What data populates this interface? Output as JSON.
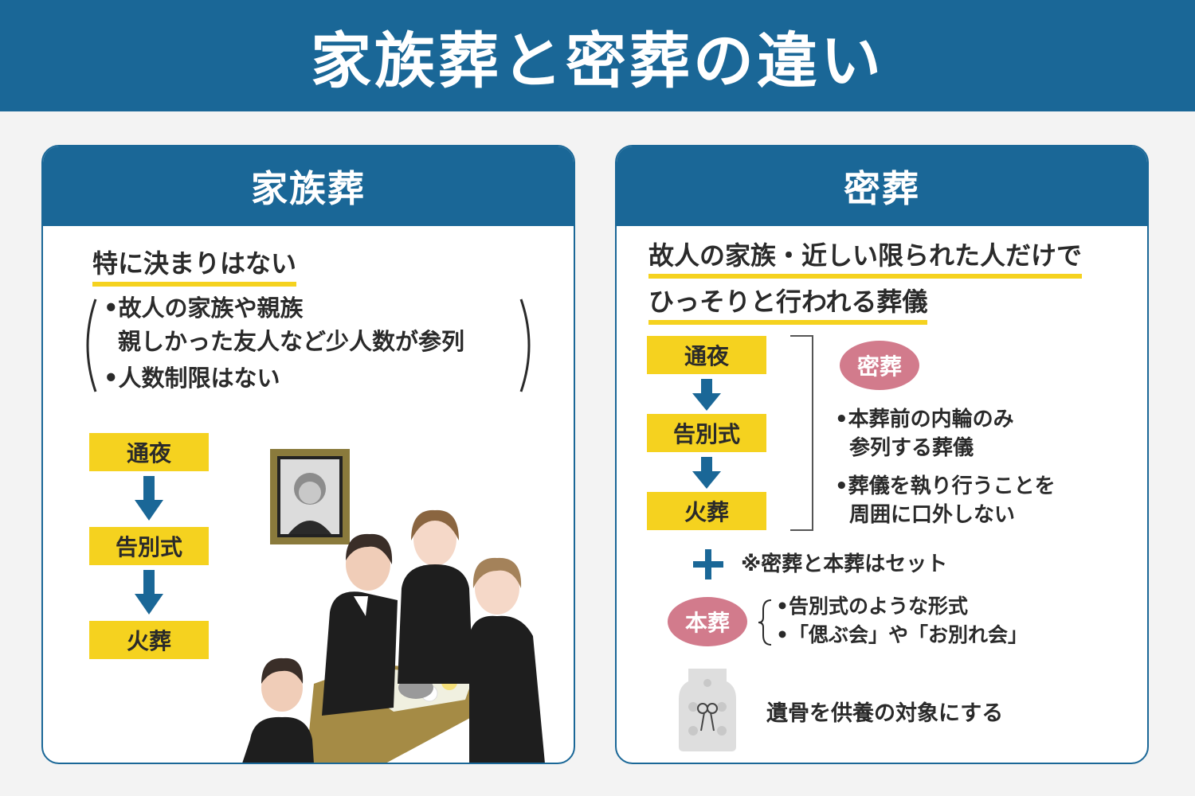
{
  "title": "家族葬と密葬の違い",
  "left": {
    "heading": "家族葬",
    "tagline": "特に決まりはない",
    "bullets": [
      {
        "line1": "•故人の家族や親族",
        "line2": "親しかった友人など少人数が参列"
      },
      {
        "line1": "•人数制限はない"
      }
    ],
    "steps": [
      "通夜",
      "告別式",
      "火葬"
    ]
  },
  "right": {
    "heading": "密葬",
    "definition_line1": "故人の家族・近しい限られた人だけで",
    "definition_line2": "ひっそりと行われる葬儀",
    "steps": [
      "通夜",
      "告別式",
      "火葬"
    ],
    "missou_badge": "密葬",
    "missou_points": [
      {
        "line1": "•本葬前の内輪のみ",
        "line2": "参列する葬儀"
      },
      {
        "line1": "•葬儀を執り行うことを",
        "line2": "周囲に口外しない"
      }
    ],
    "set_note": "※密葬と本葬はセット",
    "honsou_badge": "本葬",
    "honsou_points": [
      "•告別式のような形式",
      "•「偲ぶ会」や「お別れ会」"
    ],
    "remains_text": "遺骨を供養の対象にする"
  },
  "colors": {
    "brand": "#1a6797",
    "highlight": "#f5d21f",
    "badge": "#d27b8c"
  }
}
